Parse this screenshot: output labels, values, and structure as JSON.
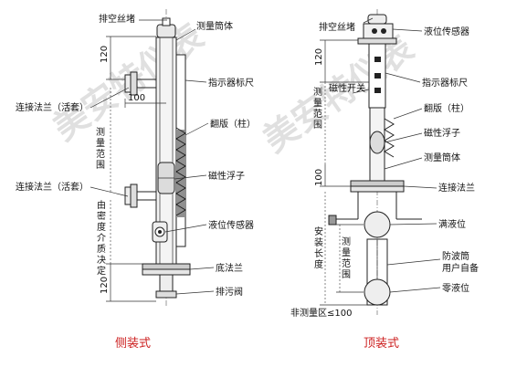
{
  "watermark": "美安特仪表",
  "side": {
    "caption": "侧装式",
    "labels": {
      "vent_plug": "排空丝堵",
      "tube": "测量筒体",
      "indicator": "指示器标尺",
      "conn_flange_top": "连接法兰（活套）",
      "flap": "翻版（柱）",
      "conn_flange_bottom": "连接法兰（活套）",
      "float": "磁性浮子",
      "sensor": "液位传感器",
      "bottom_flange": "底法兰",
      "drain_valve": "排污阀"
    },
    "vertical": {
      "range": "测量范围",
      "medium": "由密度介质决定"
    },
    "dims": {
      "top": "120",
      "horizontal": "100",
      "bottom": "120"
    }
  },
  "top": {
    "caption": "顶装式",
    "labels": {
      "vent_plug": "排空丝堵",
      "sensor": "液位传感器",
      "indicator": "指示器标尺",
      "switch": "磁性开关",
      "flap": "翻版（柱）",
      "float": "磁性浮子",
      "tube": "测量筒体",
      "conn_flange": "连接法兰",
      "full": "满液位",
      "wave_tube_l1": "防波筒",
      "wave_tube_l2": "用户自备",
      "zero": "零液位",
      "non_measure": "非测量区≤100"
    },
    "vertical": {
      "range": "测量范围",
      "install": "安装长度",
      "range2": "测量范围"
    },
    "dims": {
      "top": "120",
      "mid": "100"
    }
  }
}
